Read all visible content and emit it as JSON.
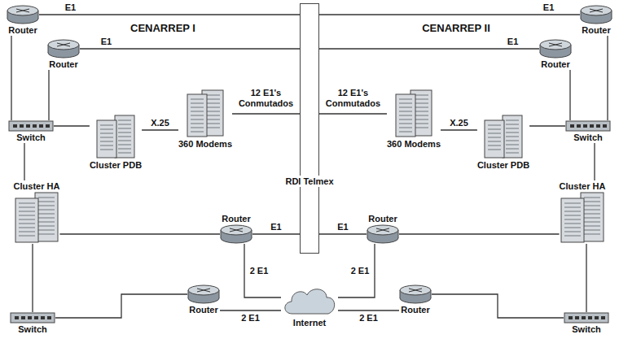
{
  "diagram": {
    "nodes": [
      {
        "text": [
          "Router"
        ]
      },
      {
        "text": [
          "Router"
        ]
      },
      {
        "text": [
          "Router"
        ]
      },
      {
        "text": [
          "Router"
        ]
      },
      {
        "text": [
          "RDI Telmex"
        ]
      },
      {
        "text": [
          "Switch"
        ]
      },
      {
        "text": [
          "Cluster PDB"
        ]
      },
      {
        "text": [
          "360 Modems"
        ]
      },
      {
        "text": [
          "360 Modems"
        ]
      },
      {
        "text": [
          "Cluster PDB"
        ]
      },
      {
        "text": [
          "Switch"
        ]
      },
      {
        "text": [
          "Cluster HA"
        ]
      },
      {
        "text": [
          "Cluster HA"
        ]
      },
      {
        "text": [
          "Router"
        ]
      },
      {
        "text": [
          "Router"
        ]
      },
      {
        "text": [
          "Router"
        ]
      },
      {
        "text": [
          "Router"
        ]
      },
      {
        "text": [
          "Internet"
        ]
      },
      {
        "text": [
          "Switch"
        ]
      },
      {
        "text": [
          "Switch"
        ]
      }
    ],
    "edges": [
      {
        "from": 0,
        "to": 4,
        "label": "E1",
        "arrow": "none"
      },
      {
        "from": 4,
        "to": 1,
        "label": "E1",
        "arrow": "none"
      },
      {
        "from": 2,
        "to": 4,
        "label": "E1",
        "arrow": "none"
      },
      {
        "from": 4,
        "to": 3,
        "label": "E1",
        "arrow": "none"
      },
      {
        "from": 7,
        "to": 4,
        "label": "12 E1's Conmutados",
        "arrow": "none"
      },
      {
        "from": 4,
        "to": 8,
        "label": "12 E1's Conmutados",
        "arrow": "none"
      },
      {
        "from": 0,
        "to": 5,
        "arrow": "none"
      },
      {
        "from": 2,
        "to": 5,
        "arrow": "none"
      },
      {
        "from": 1,
        "to": 10,
        "arrow": "none"
      },
      {
        "from": 3,
        "to": 10,
        "arrow": "none"
      },
      {
        "from": 5,
        "to": 6,
        "arrow": "none"
      },
      {
        "from": 6,
        "to": 7,
        "label": "X.25",
        "arrow": "none"
      },
      {
        "from": 9,
        "to": 8,
        "label": "X.25",
        "arrow": "none"
      },
      {
        "from": 10,
        "to": 9,
        "arrow": "none"
      },
      {
        "from": 5,
        "to": 11,
        "arrow": "none"
      },
      {
        "from": 10,
        "to": 12,
        "arrow": "none"
      },
      {
        "from": 11,
        "to": 18,
        "arrow": "none"
      },
      {
        "from": 12,
        "to": 19,
        "arrow": "none"
      },
      {
        "from": 11,
        "to": 13,
        "arrow": "none"
      },
      {
        "from": 12,
        "to": 14,
        "arrow": "none"
      },
      {
        "from": 13,
        "to": 4,
        "label": "E1",
        "arrow": "none"
      },
      {
        "from": 4,
        "to": 14,
        "label": "E1",
        "arrow": "none"
      },
      {
        "from": 18,
        "to": 15,
        "arrow": "none"
      },
      {
        "from": 19,
        "to": 16,
        "arrow": "none"
      },
      {
        "from": 13,
        "to": 17,
        "label": "2 E1",
        "arrow": "none"
      },
      {
        "from": 14,
        "to": 17,
        "label": "2 E1",
        "arrow": "none"
      },
      {
        "from": 15,
        "to": 17,
        "label": "2 E1",
        "arrow": "none"
      },
      {
        "from": 16,
        "to": 17,
        "label": "2 E1",
        "arrow": "none"
      }
    ],
    "labels": [
      "CENARREP I",
      "CENARREP II"
    ]
  }
}
